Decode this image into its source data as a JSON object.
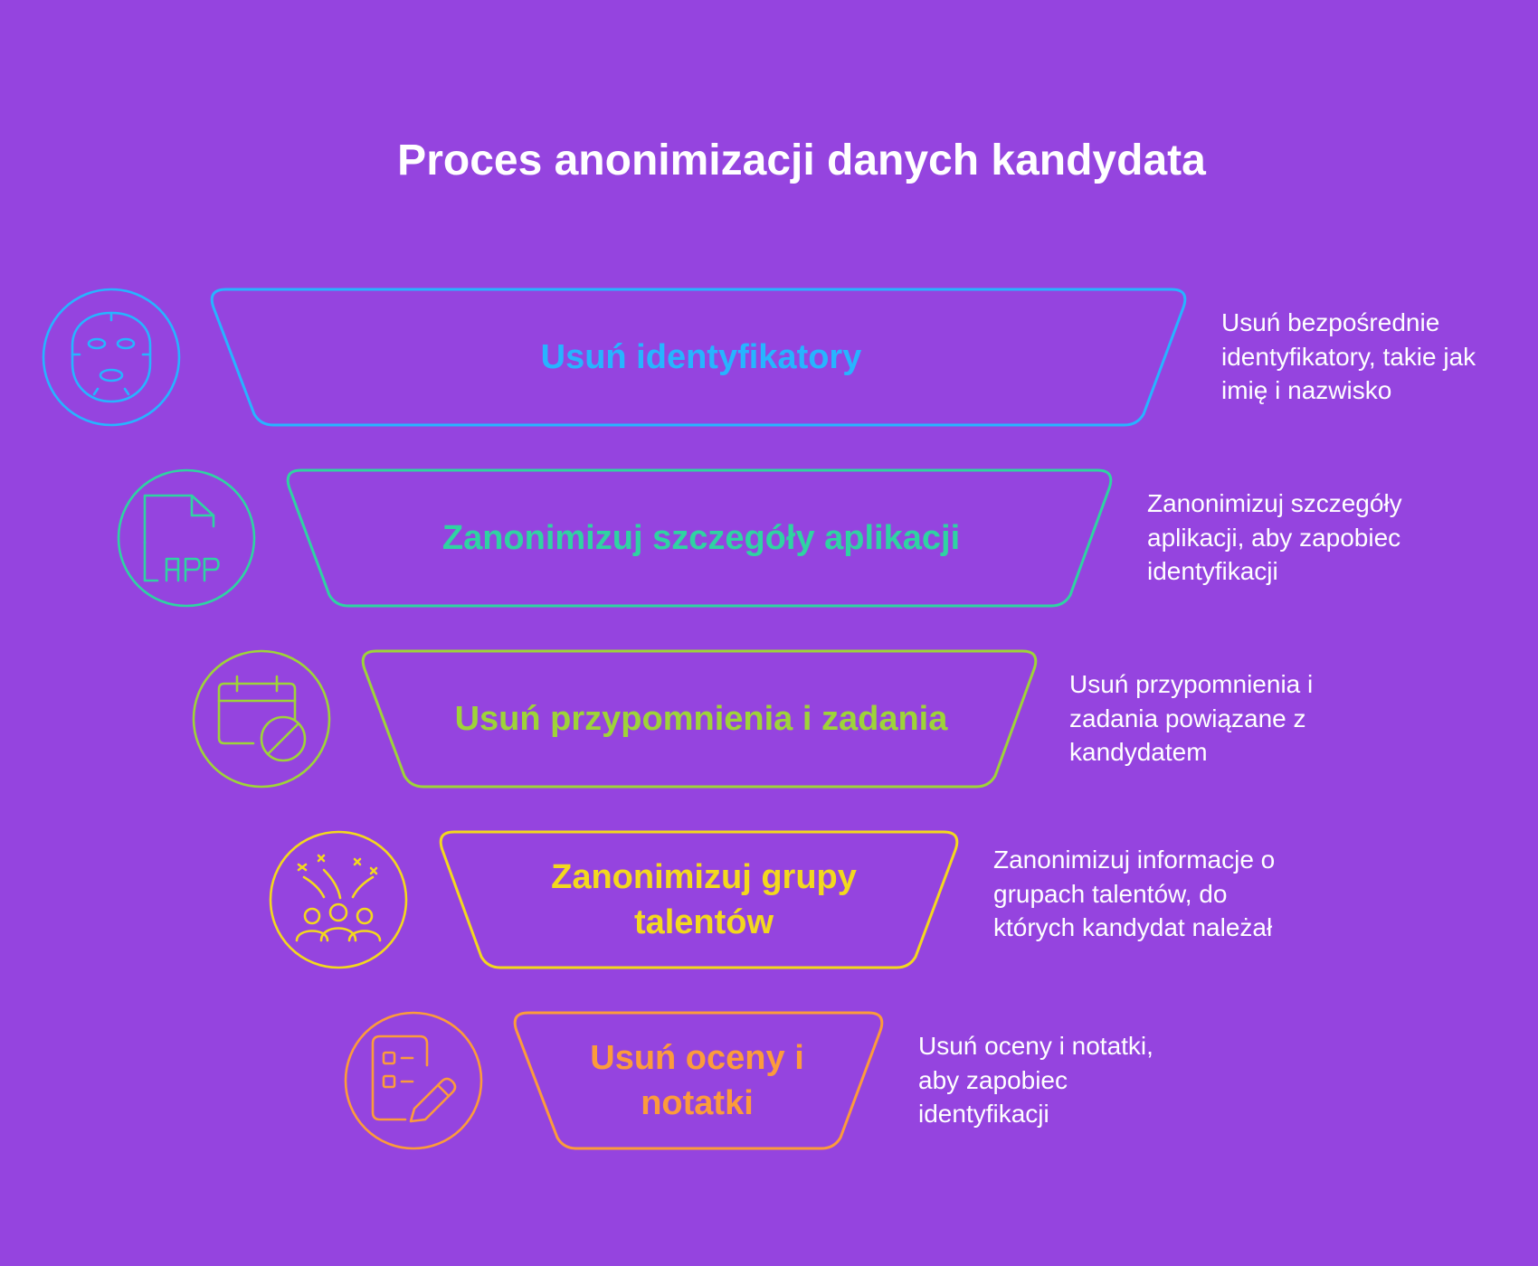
{
  "title": "Proces anonimizacji danych kandydata",
  "stages": [
    {
      "label": "Usuń identyfikatory",
      "description": "Usuń bezpośrednie identyfikatory, takie jak imię i nazwisko",
      "icon": "face-mask-icon",
      "color": "#27b4ff"
    },
    {
      "label": "Zanonimizuj szczegóły aplikacji",
      "description": "Zanonimizuj szczegóły aplikacji, aby zapobiec identyfikacji",
      "icon": "app-document-icon",
      "color": "#2fd3a2"
    },
    {
      "label": "Usuń przypomnienia i zadania",
      "description": "Usuń przypomnienia i zadania powiązane z kandydatem",
      "icon": "calendar-cancel-icon",
      "color": "#9ed339"
    },
    {
      "label": "Zanonimizuj grupy talentów",
      "description": "Zanonimizuj informacje o grupach talentów, do których kandydat należał",
      "icon": "celebrating-group-icon",
      "color": "#f3d81e"
    },
    {
      "label": "Usuń oceny i notatki",
      "description": "Usuń oceny i notatki, aby zapobiec identyfikacji",
      "icon": "checklist-edit-icon",
      "color": "#fc9b3b"
    }
  ]
}
